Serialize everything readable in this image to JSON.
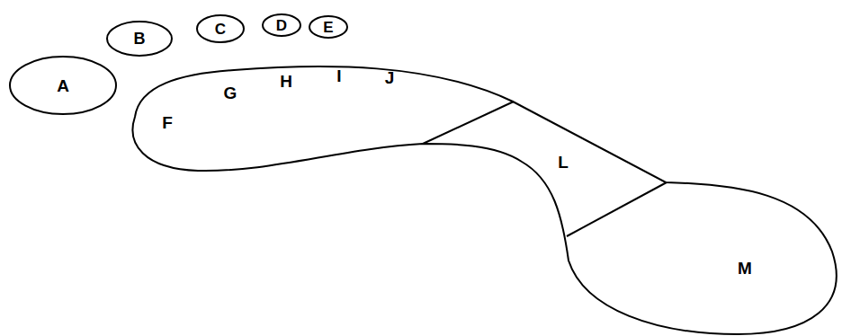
{
  "diagram": {
    "nodes": [
      {
        "text": [
          "A"
        ]
      },
      {
        "text": [
          "B"
        ]
      },
      {
        "text": [
          "C"
        ]
      },
      {
        "text": [
          "D"
        ]
      },
      {
        "text": [
          "E"
        ]
      }
    ],
    "labels": [
      "F",
      "G",
      "H",
      "I",
      "J",
      "L",
      "M"
    ]
  }
}
